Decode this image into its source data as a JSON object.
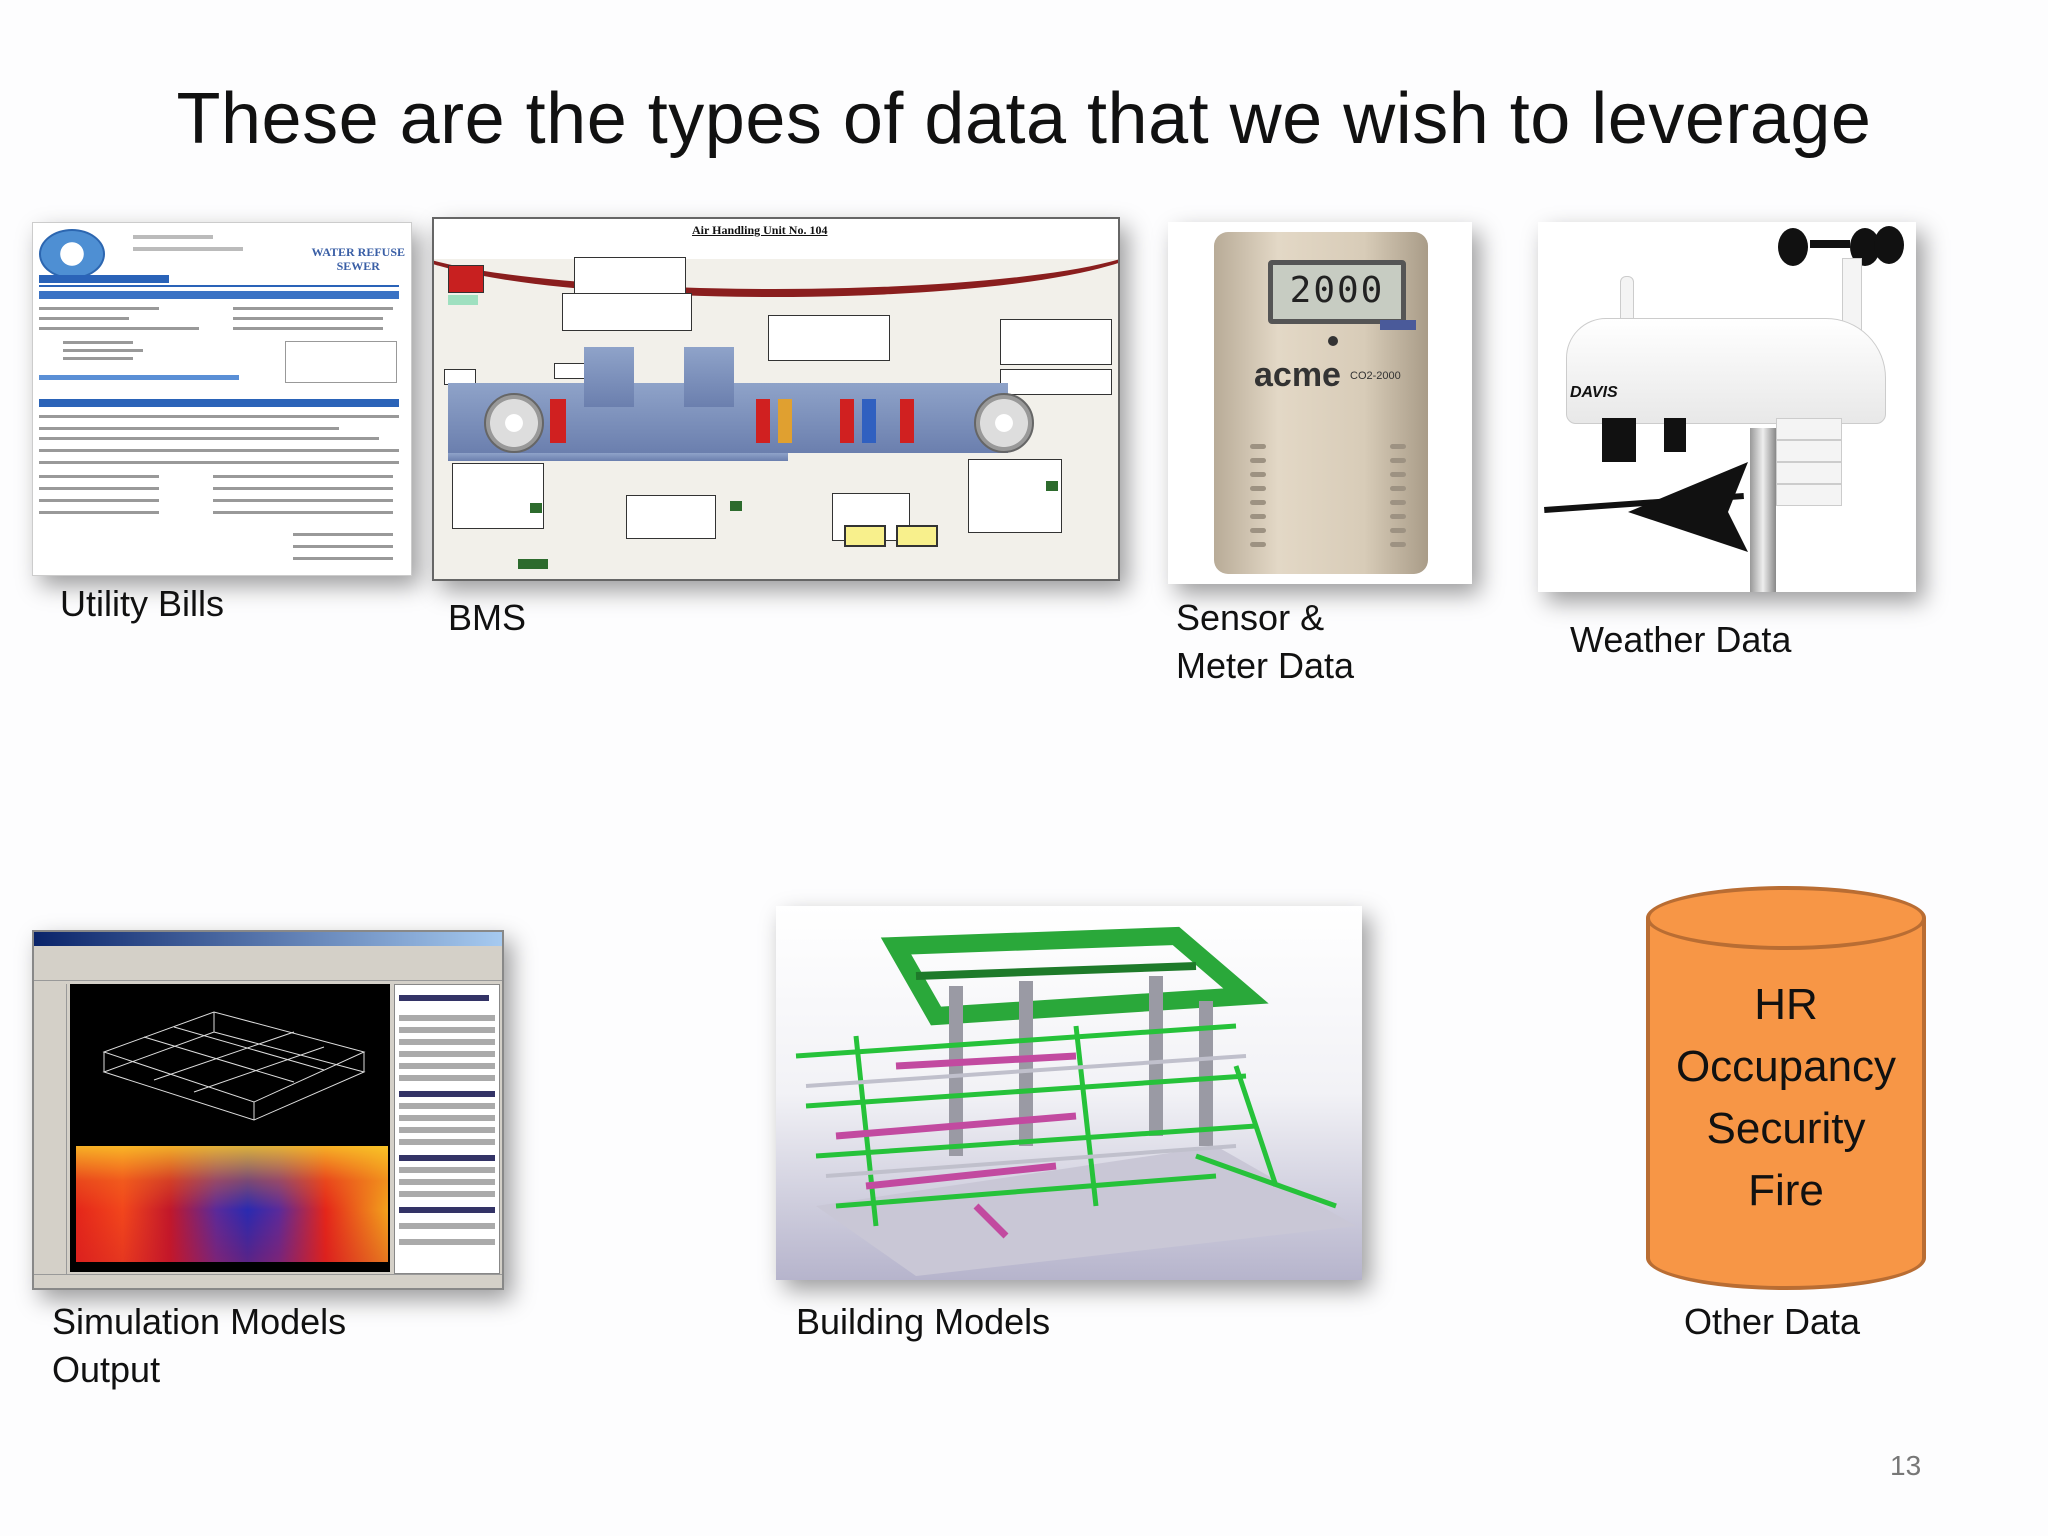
{
  "title": "These are the types of data that we wish to leverage",
  "items": [
    {
      "caption": "Utility Bills"
    },
    {
      "caption": "BMS"
    },
    {
      "caption_line1": "Sensor &",
      "caption_line2": "Meter Data"
    },
    {
      "caption": "Weather Data"
    },
    {
      "caption_line1": "Simulation Models",
      "caption_line2": "Output"
    },
    {
      "caption": "Building Models"
    },
    {
      "caption": "Other Data"
    }
  ],
  "bill": {
    "header_line1": "WATER   REFUSE",
    "header_line2": "SEWER"
  },
  "bms": {
    "screen_title": "Air Handling Unit No. 104"
  },
  "sensor": {
    "display_value": "2000",
    "brand": "acme",
    "model": "CO2-2000"
  },
  "weather": {
    "brand": "DAVIS"
  },
  "other_data": {
    "lines": [
      "HR",
      "Occupancy",
      "Security",
      "Fire"
    ]
  },
  "page_number": "13",
  "colors": {
    "cylinder_fill": "#f79646",
    "cylinder_border": "#b96d33"
  }
}
